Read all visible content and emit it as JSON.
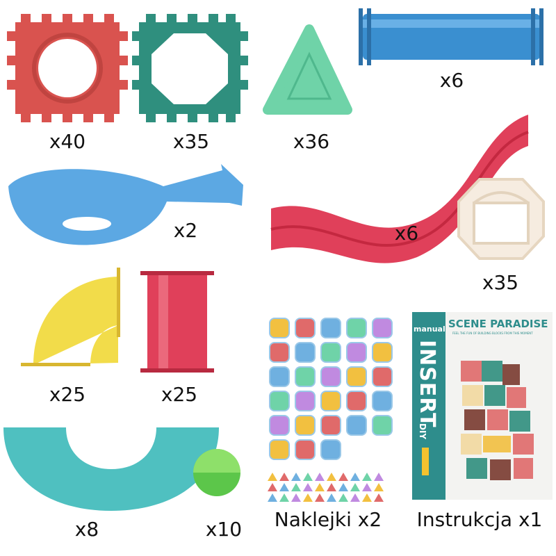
{
  "parts": [
    {
      "name": "red-square-connector",
      "quantity": "x40"
    },
    {
      "name": "teal-octagon-connector",
      "quantity": "x35"
    },
    {
      "name": "green-triangle-connector",
      "quantity": "x36"
    },
    {
      "name": "blue-straight-tube",
      "quantity": "x6"
    },
    {
      "name": "blue-funnel",
      "quantity": "x2"
    },
    {
      "name": "red-wavy-slide",
      "quantity": "x6"
    },
    {
      "name": "white-window-frame",
      "quantity": "x35"
    },
    {
      "name": "yellow-curved-track",
      "quantity": "x25"
    },
    {
      "name": "red-tube",
      "quantity": "x25"
    },
    {
      "name": "teal-u-track",
      "quantity": "x8"
    },
    {
      "name": "green-ball",
      "quantity": "x10"
    },
    {
      "name": "stickers",
      "quantity": "Naklejki x2"
    },
    {
      "name": "manual",
      "quantity": "Instrukcja x1"
    }
  ],
  "manual_cover": {
    "label": "manual",
    "spine_title": "INSERT",
    "spine_sub": "DIY",
    "title": "SCENE PARADISE",
    "subtitle": "FEEL THE FUN OF BUILDING BLOCKS FROM THIS MOMENT"
  },
  "colors": {
    "red": "#d9534f",
    "teal": "#2f8f7e",
    "mint": "#6fd3a8",
    "blue": "#3a8fd0",
    "pink": "#e0405a",
    "yellow": "#f2dc4a",
    "cyan": "#4fc0c0",
    "green": "#5cc64a"
  }
}
